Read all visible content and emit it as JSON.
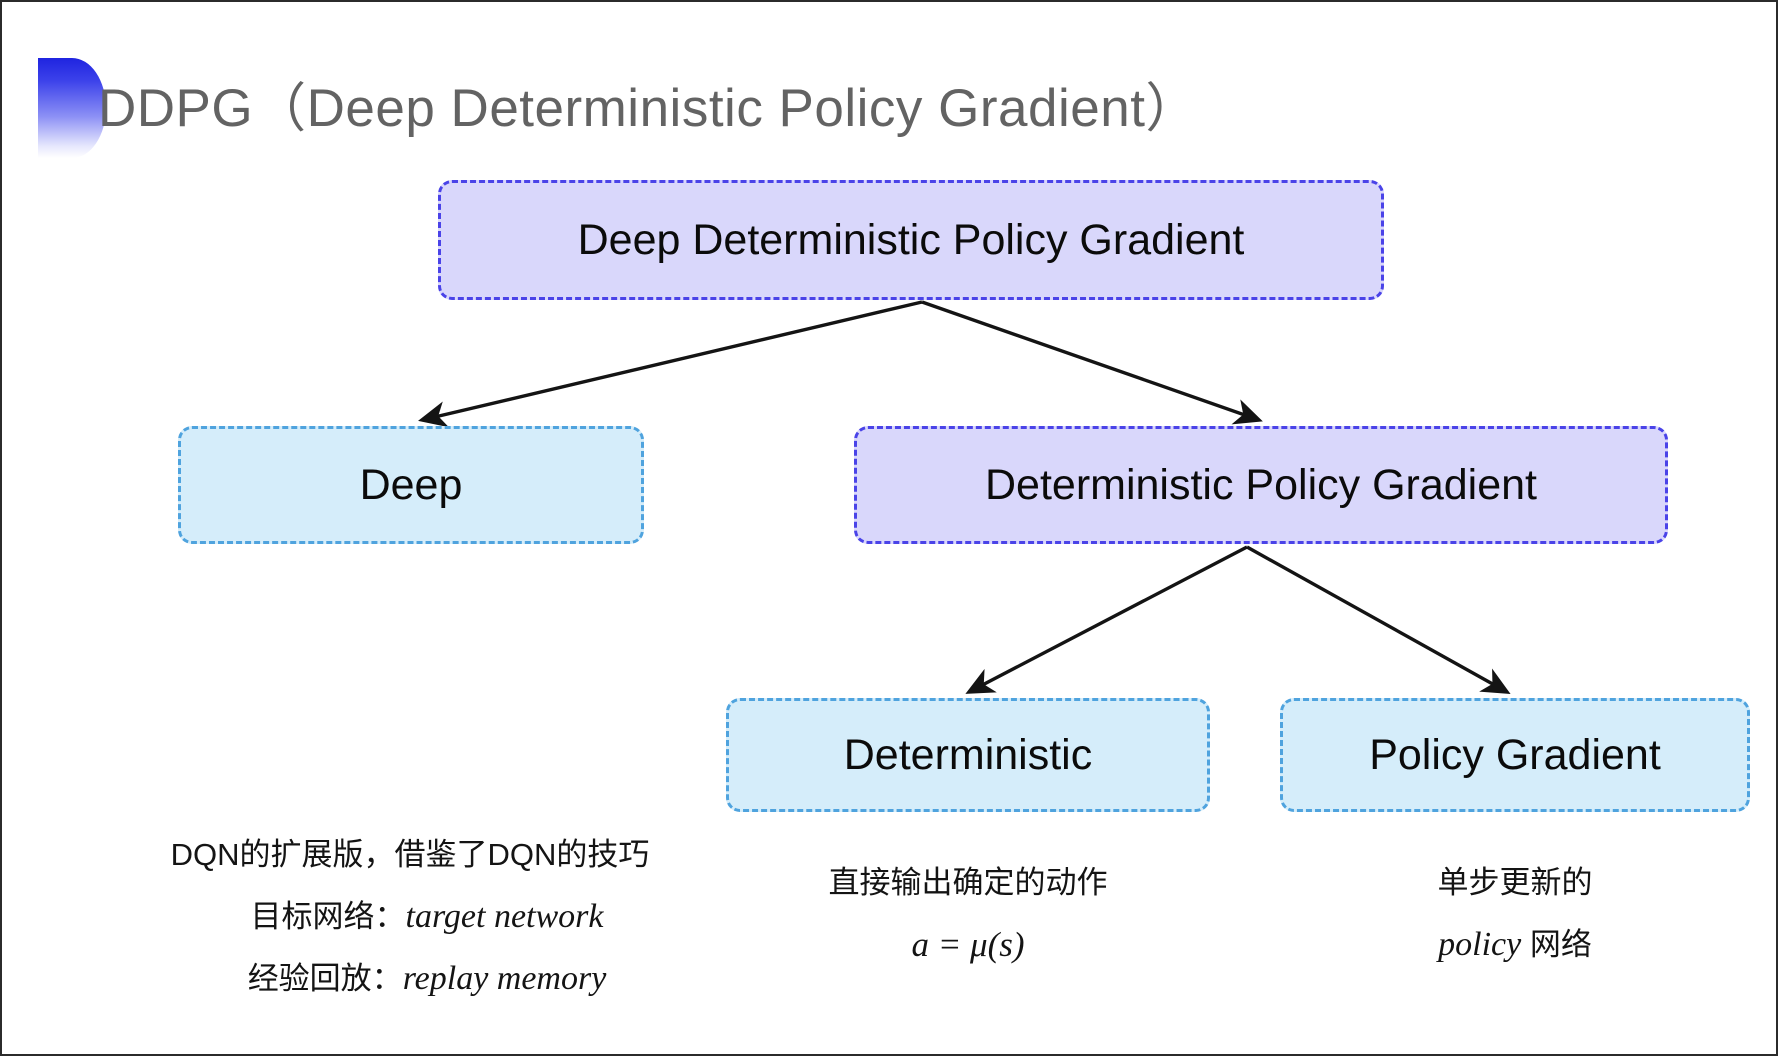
{
  "slide": {
    "title": "DDPG（Deep Deterministic Policy Gradient）",
    "bullet_icon": "gradient-half-circle-bullet-icon",
    "background_color": "#ffffff",
    "title_color": "#636363"
  },
  "diagram": {
    "type": "tree-diagram",
    "node_colors": {
      "level1_fill": "#d9d7fb",
      "level1_border": "#4a43e8",
      "leaf_fill": "#d5edfa",
      "leaf_border": "#4fa3de"
    },
    "nodes": {
      "root": "Deep Deterministic Policy Gradient",
      "deep": "Deep",
      "dpg": "Deterministic Policy Gradient",
      "deterministic": "Deterministic",
      "policy_gradient": "Policy Gradient"
    },
    "edges": [
      {
        "from": "root",
        "to": "deep"
      },
      {
        "from": "root",
        "to": "dpg"
      },
      {
        "from": "dpg",
        "to": "deterministic"
      },
      {
        "from": "dpg",
        "to": "policy_gradient"
      }
    ]
  },
  "captions": {
    "deep": {
      "line1": "DQN的扩展版，借鉴了DQN的技巧",
      "line2_label": "目标网络：",
      "line2_term": "target network",
      "line3_label": "经验回放：",
      "line3_term": "replay memory"
    },
    "deterministic": {
      "line1": "直接输出确定的动作",
      "line2": "a = μ(s)"
    },
    "policy_gradient": {
      "line1": "单步更新的",
      "line2_term": "policy",
      "line2_suffix": "网络"
    }
  }
}
